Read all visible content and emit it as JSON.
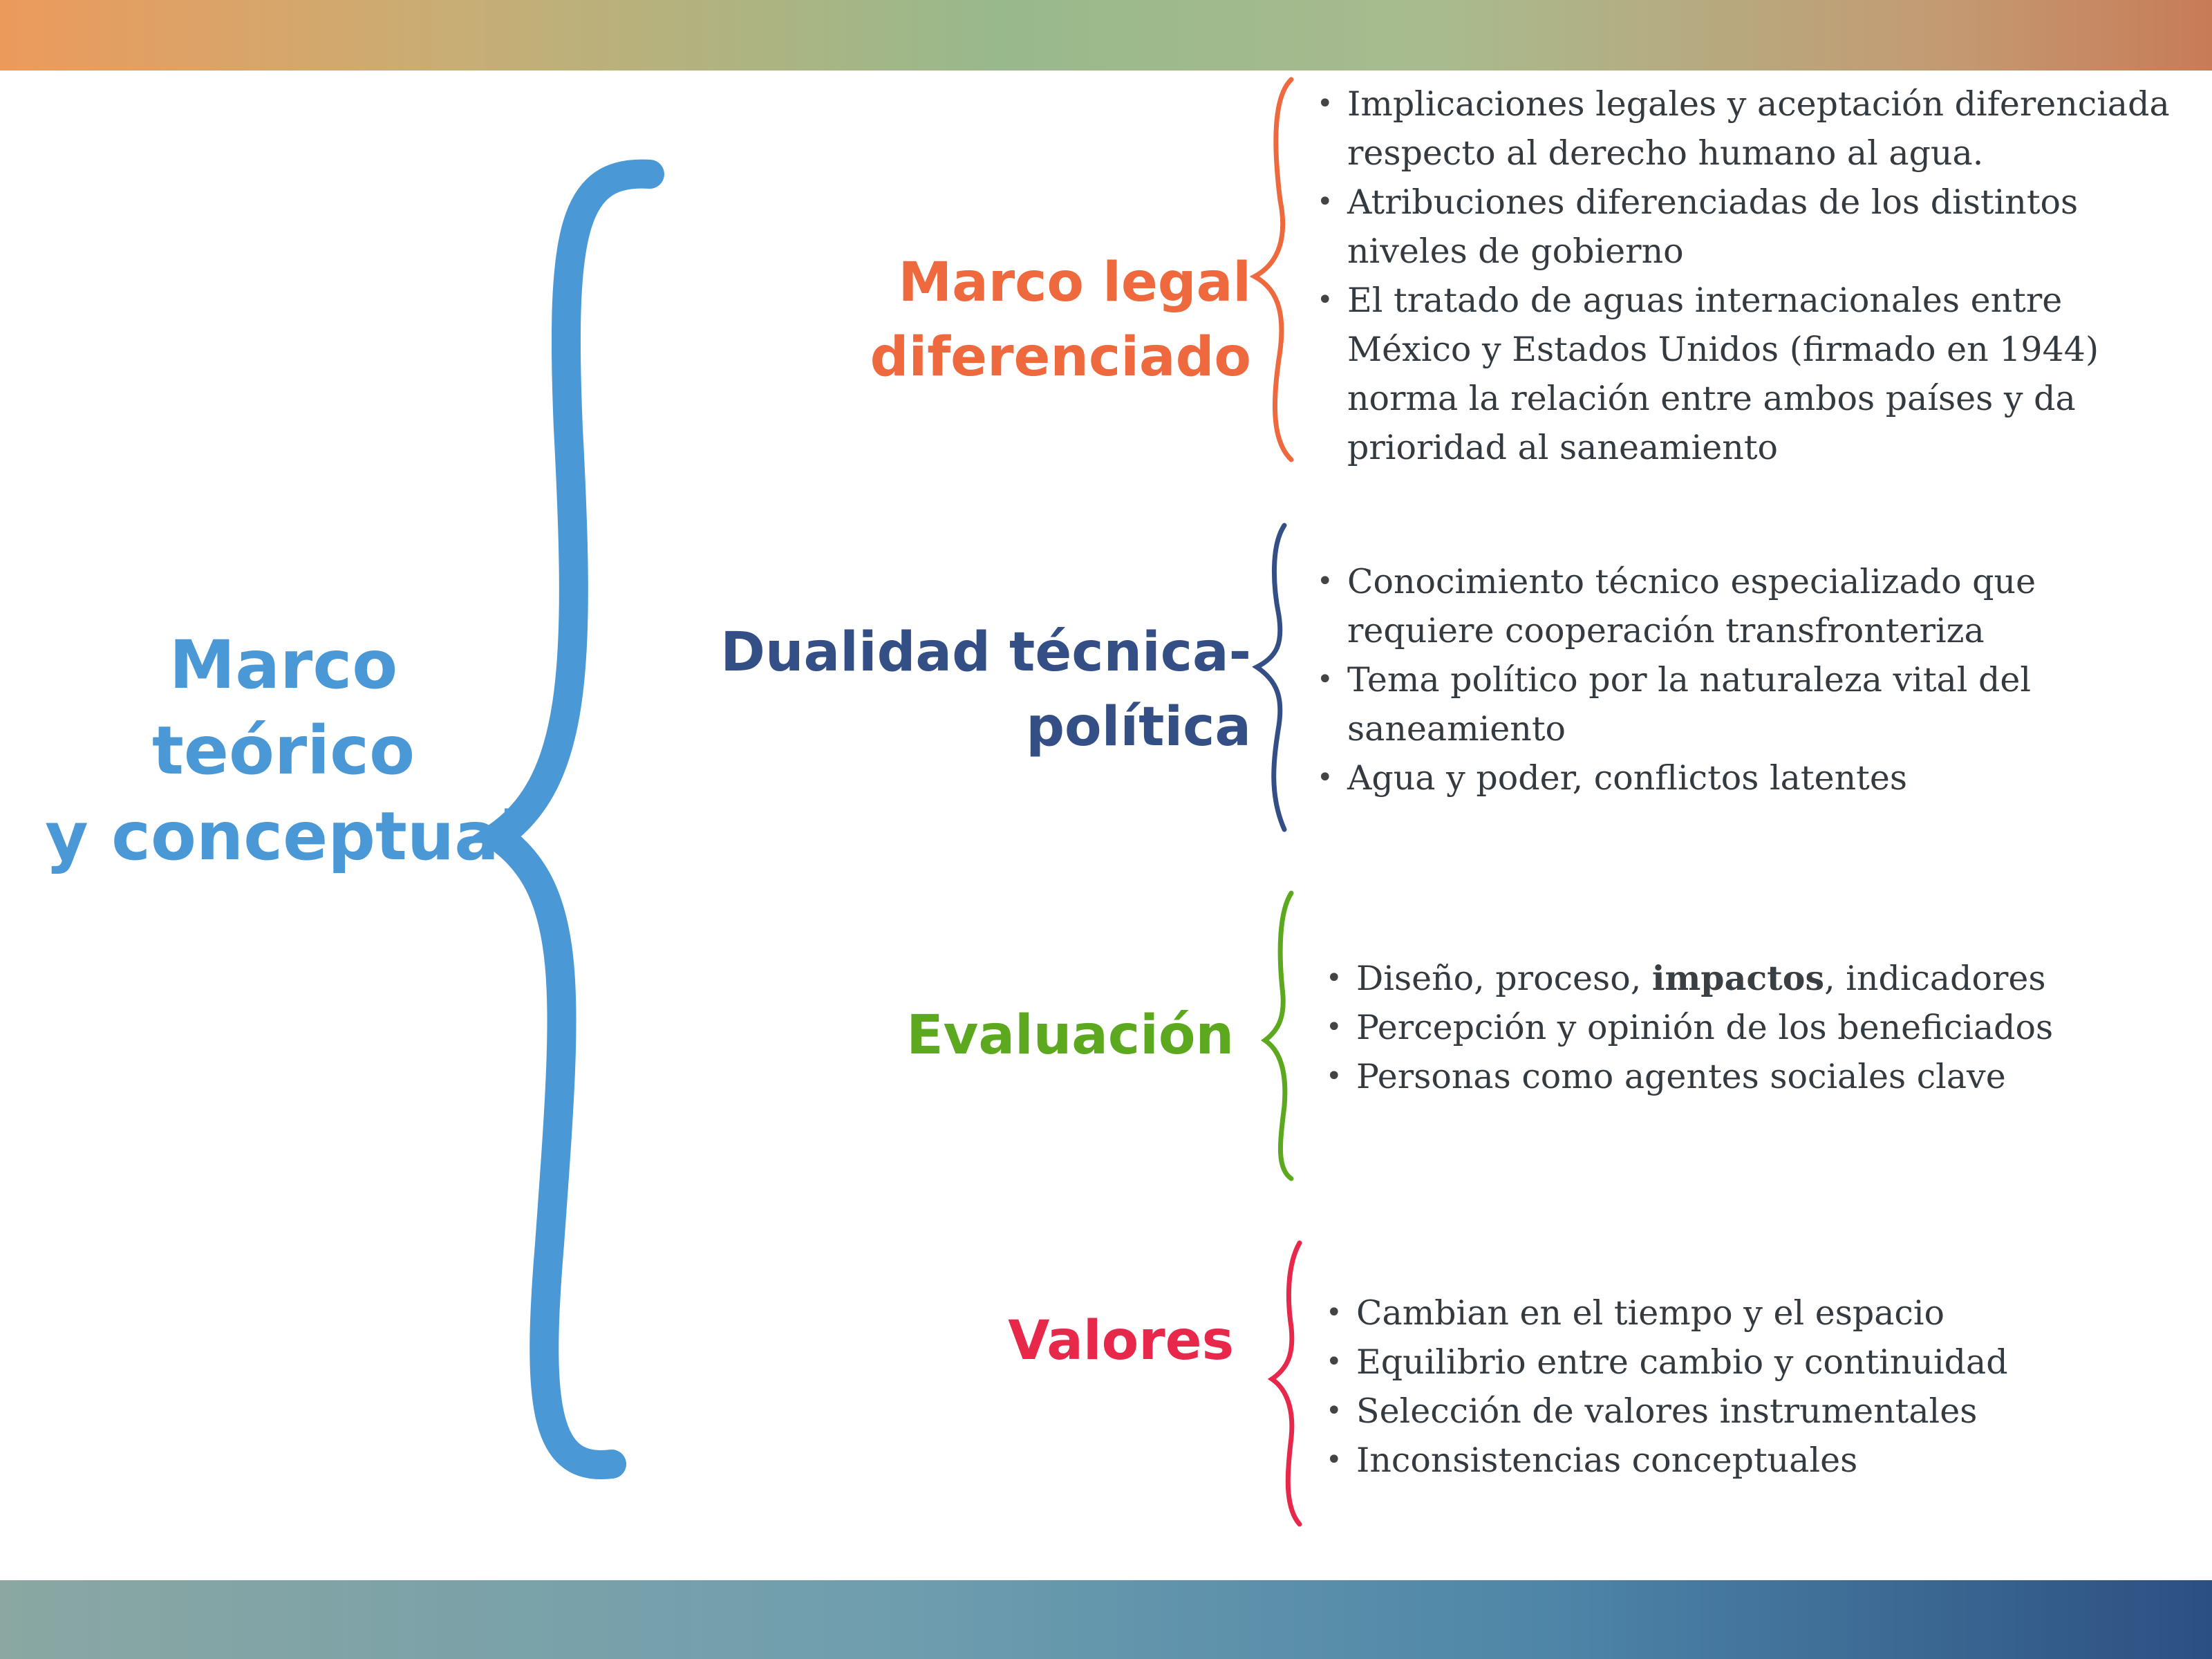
{
  "colors": {
    "main": "#4a98d6",
    "legal": "#ee6a3e",
    "dual": "#344f86",
    "eval": "#5ca81f",
    "valores": "#e8284b"
  },
  "main_title": [
    "Marco",
    "teórico",
    "y conceptual"
  ],
  "categories": [
    {
      "key": "legal",
      "title": [
        "Marco legal",
        "diferenciado"
      ],
      "items": [
        "Implicaciones legales y aceptación diferenciada respecto al derecho humano al agua.",
        "Atribuciones diferenciadas de los distintos niveles de gobierno",
        "El tratado de aguas internacionales entre México y Estados Unidos (firmado en 1944) norma la relación entre ambos países y da prioridad  al saneamiento"
      ]
    },
    {
      "key": "dual",
      "title": [
        "Dualidad técnica-",
        "política"
      ],
      "items": [
        "Conocimiento técnico especializado que requiere cooperación transfronteriza",
        "Tema político por la naturaleza vital del saneamiento",
        "Agua y poder, conflictos latentes"
      ]
    },
    {
      "key": "eval",
      "title": [
        "Evaluación"
      ],
      "items": [
        "Diseño, proceso, impactos, indicadores",
        "Percepción y opinión de los beneficiados",
        "Personas como agentes sociales clave"
      ],
      "bold_word": "impactos"
    },
    {
      "key": "valores",
      "title": [
        "Valores"
      ],
      "items": [
        "Cambian en el tiempo y el espacio",
        "Equilibrio entre cambio y continuidad",
        "Selección de valores instrumentales",
        "Inconsistencias conceptuales"
      ]
    }
  ]
}
